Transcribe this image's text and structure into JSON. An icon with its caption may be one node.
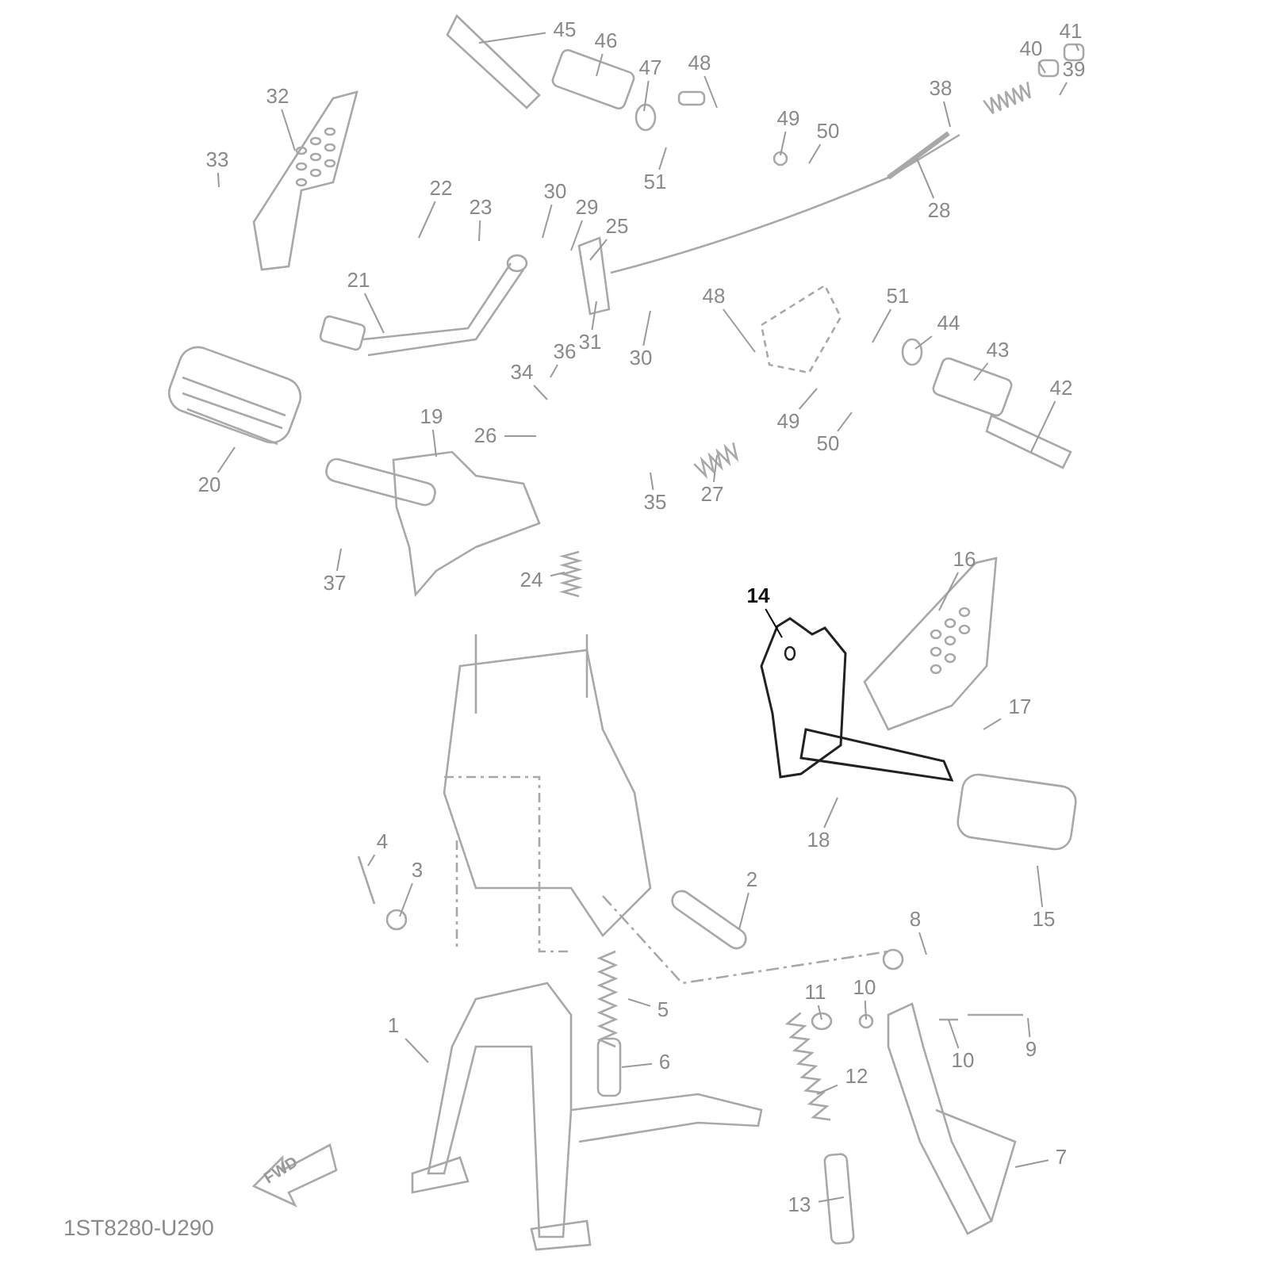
{
  "diagram": {
    "nodes": [
      {
        "text": [
          "45"
        ]
      },
      {
        "text": [
          "46"
        ]
      },
      {
        "text": [
          "47"
        ]
      },
      {
        "text": [
          "48"
        ]
      },
      {
        "text": [
          "49"
        ]
      },
      {
        "text": [
          "50"
        ]
      },
      {
        "text": [
          "51"
        ]
      },
      {
        "text": [
          "41"
        ]
      },
      {
        "text": [
          "40"
        ]
      },
      {
        "text": [
          "39"
        ]
      },
      {
        "text": [
          "38"
        ]
      },
      {
        "text": [
          "28"
        ]
      },
      {
        "text": [
          "32"
        ]
      },
      {
        "text": [
          "33"
        ]
      },
      {
        "text": [
          "22"
        ]
      },
      {
        "text": [
          "23"
        ]
      },
      {
        "text": [
          "30"
        ]
      },
      {
        "text": [
          "29"
        ]
      },
      {
        "text": [
          "25"
        ]
      },
      {
        "text": [
          "21"
        ]
      },
      {
        "text": [
          "31"
        ]
      },
      {
        "text": [
          "30"
        ]
      },
      {
        "text": [
          "36"
        ]
      },
      {
        "text": [
          "34"
        ]
      },
      {
        "text": [
          "26"
        ]
      },
      {
        "text": [
          "19"
        ]
      },
      {
        "text": [
          "20"
        ]
      },
      {
        "text": [
          "27"
        ]
      },
      {
        "text": [
          "35"
        ]
      },
      {
        "text": [
          "37"
        ]
      },
      {
        "text": [
          "24"
        ]
      },
      {
        "text": [
          "48"
        ]
      },
      {
        "text": [
          "51"
        ]
      },
      {
        "text": [
          "44"
        ]
      },
      {
        "text": [
          "43"
        ]
      },
      {
        "text": [
          "42"
        ]
      },
      {
        "text": [
          "49"
        ]
      },
      {
        "text": [
          "50"
        ]
      },
      {
        "text": [
          "16"
        ]
      },
      {
        "text": [
          "14"
        ]
      },
      {
        "text": [
          "17"
        ]
      },
      {
        "text": [
          "18"
        ]
      },
      {
        "text": [
          "4"
        ]
      },
      {
        "text": [
          "3"
        ]
      },
      {
        "text": [
          "2"
        ]
      },
      {
        "text": [
          "15"
        ]
      },
      {
        "text": [
          "8"
        ]
      },
      {
        "text": [
          "11"
        ]
      },
      {
        "text": [
          "10"
        ]
      },
      {
        "text": [
          "10"
        ]
      },
      {
        "text": [
          "9"
        ]
      },
      {
        "text": [
          "12"
        ]
      },
      {
        "text": [
          "7"
        ]
      },
      {
        "text": [
          "13"
        ]
      },
      {
        "text": [
          "1"
        ]
      },
      {
        "text": [
          "5"
        ]
      },
      {
        "text": [
          "6"
        ]
      }
    ],
    "edges": [
      {
        "from": 0,
        "to": null,
        "arrow": "none"
      },
      {
        "from": 1,
        "to": null,
        "arrow": "none"
      },
      {
        "from": 2,
        "to": null,
        "arrow": "none"
      },
      {
        "from": 3,
        "to": null,
        "arrow": "none"
      },
      {
        "from": 4,
        "to": null,
        "arrow": "none"
      },
      {
        "from": 5,
        "to": null,
        "arrow": "none"
      },
      {
        "from": 6,
        "to": null,
        "arrow": "none"
      },
      {
        "from": 7,
        "to": null,
        "arrow": "none"
      },
      {
        "from": 8,
        "to": null,
        "arrow": "none"
      },
      {
        "from": 9,
        "to": null,
        "arrow": "none"
      },
      {
        "from": 10,
        "to": null,
        "arrow": "none"
      },
      {
        "from": 11,
        "to": null,
        "arrow": "none"
      },
      {
        "from": 12,
        "to": null,
        "arrow": "none"
      },
      {
        "from": 13,
        "to": null,
        "arrow": "none"
      },
      {
        "from": 14,
        "to": null,
        "arrow": "none"
      },
      {
        "from": 15,
        "to": null,
        "arrow": "none"
      },
      {
        "from": 16,
        "to": null,
        "arrow": "none"
      },
      {
        "from": 17,
        "to": null,
        "arrow": "none"
      },
      {
        "from": 18,
        "to": null,
        "arrow": "none"
      },
      {
        "from": 19,
        "to": null,
        "arrow": "none"
      },
      {
        "from": 20,
        "to": null,
        "arrow": "none"
      },
      {
        "from": 21,
        "to": null,
        "arrow": "none"
      },
      {
        "from": 22,
        "to": null,
        "arrow": "none"
      },
      {
        "from": 23,
        "to": null,
        "arrow": "none"
      },
      {
        "from": 24,
        "to": null,
        "arrow": "none"
      },
      {
        "from": 25,
        "to": null,
        "arrow": "none"
      },
      {
        "from": 26,
        "to": null,
        "arrow": "none"
      },
      {
        "from": 27,
        "to": null,
        "arrow": "none"
      },
      {
        "from": 28,
        "to": null,
        "arrow": "none"
      },
      {
        "from": 29,
        "to": null,
        "arrow": "none"
      },
      {
        "from": 30,
        "to": null,
        "arrow": "none"
      },
      {
        "from": 31,
        "to": null,
        "arrow": "none"
      },
      {
        "from": 32,
        "to": null,
        "arrow": "none"
      },
      {
        "from": 33,
        "to": null,
        "arrow": "none"
      },
      {
        "from": 34,
        "to": null,
        "arrow": "none"
      },
      {
        "from": 35,
        "to": null,
        "arrow": "none"
      },
      {
        "from": 36,
        "to": null,
        "arrow": "none"
      },
      {
        "from": 37,
        "to": null,
        "arrow": "none"
      },
      {
        "from": 38,
        "to": null,
        "arrow": "none"
      },
      {
        "from": 39,
        "to": null,
        "arrow": "none",
        "color": "#000000"
      },
      {
        "from": 40,
        "to": null,
        "arrow": "none"
      },
      {
        "from": 41,
        "to": null,
        "arrow": "none"
      },
      {
        "from": 42,
        "to": null,
        "arrow": "none"
      },
      {
        "from": 43,
        "to": null,
        "arrow": "none"
      },
      {
        "from": 44,
        "to": null,
        "arrow": "none"
      },
      {
        "from": 45,
        "to": null,
        "arrow": "none"
      },
      {
        "from": 46,
        "to": null,
        "arrow": "none"
      },
      {
        "from": 47,
        "to": null,
        "arrow": "none"
      },
      {
        "from": 48,
        "to": null,
        "arrow": "none"
      },
      {
        "from": 49,
        "to": null,
        "arrow": "none"
      },
      {
        "from": 50,
        "to": null,
        "arrow": "none"
      },
      {
        "from": 51,
        "to": null,
        "arrow": "none"
      },
      {
        "from": 52,
        "to": null,
        "arrow": "none"
      },
      {
        "from": 53,
        "to": null,
        "arrow": "none"
      },
      {
        "from": 54,
        "to": null,
        "arrow": "none"
      },
      {
        "from": 55,
        "to": null,
        "arrow": "none"
      },
      {
        "from": 56,
        "to": null,
        "arrow": "none"
      }
    ],
    "labels": [
      "FWD",
      "1ST8280-U290"
    ]
  }
}
